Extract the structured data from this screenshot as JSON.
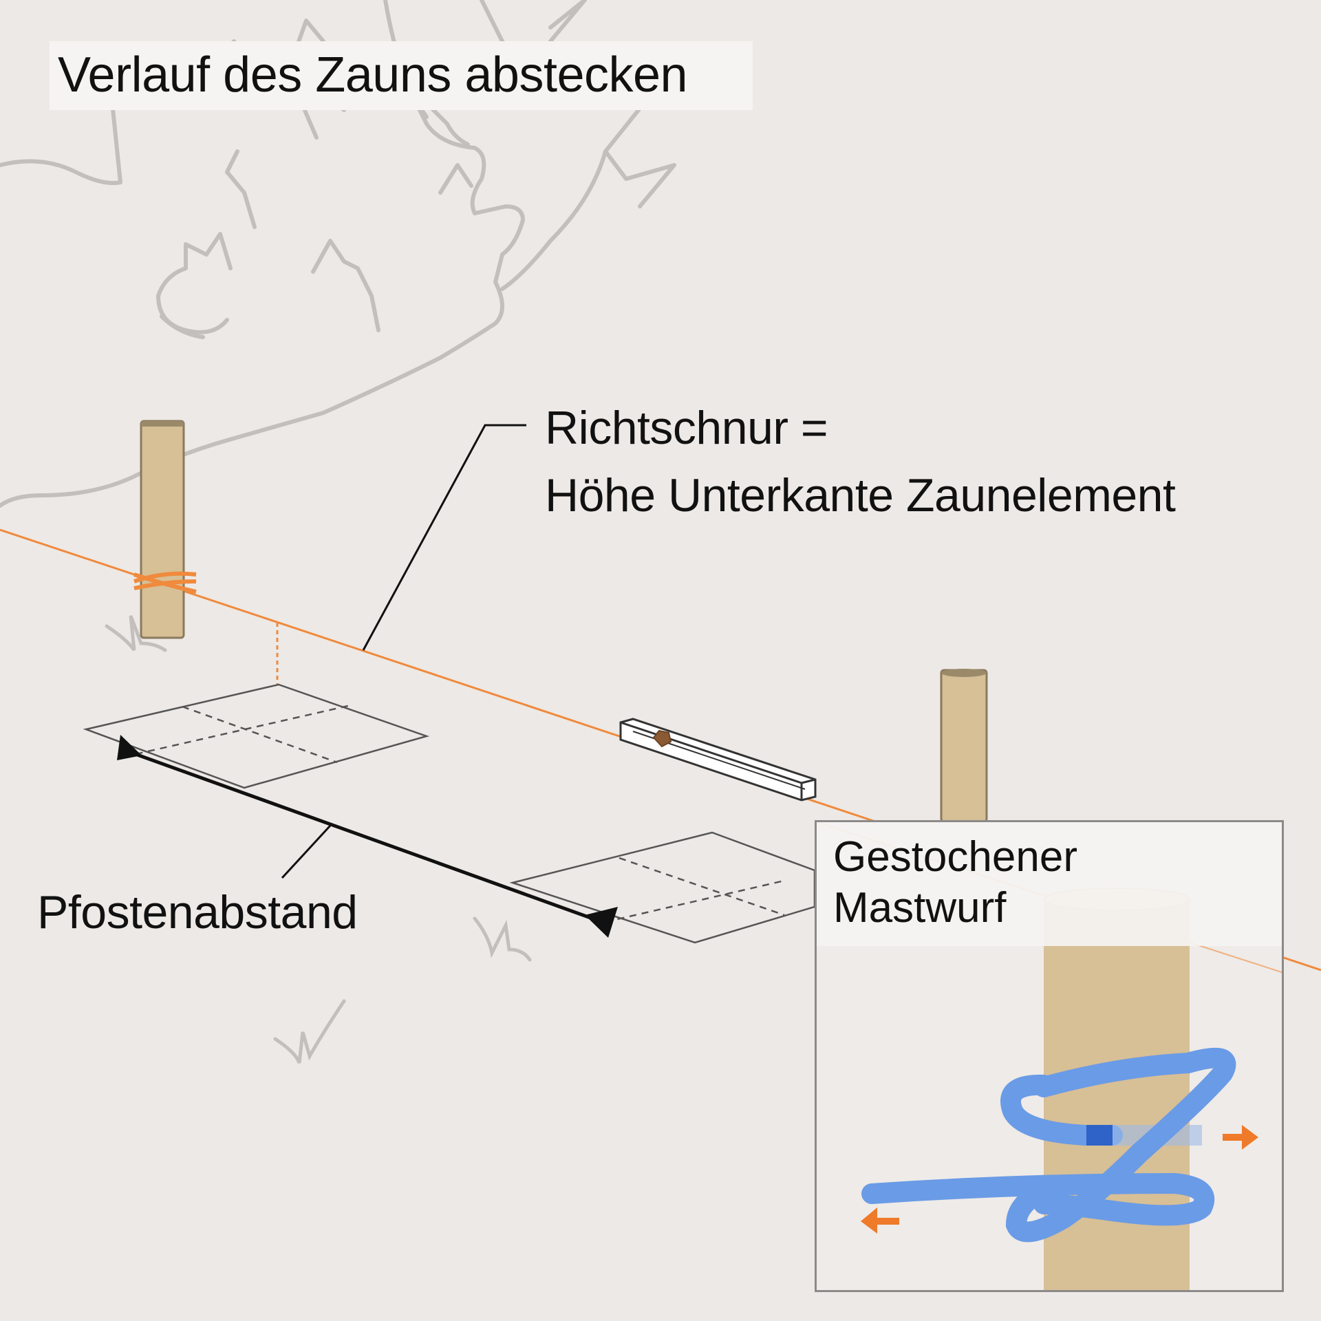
{
  "diagram": {
    "title": "Verlauf des Zauns abstecken",
    "labels": {
      "guide_line_line1": "Richtschnur =",
      "guide_line_line2": "Höhe Unterkante Zaunelement",
      "post_spacing": "Pfostenabstand"
    },
    "inset": {
      "title_line1": "Gestochener",
      "title_line2": "Mastwurf"
    },
    "elements": [
      {
        "name": "bush-outline",
        "icon": "bush-sketch"
      },
      {
        "name": "post-left",
        "icon": "wooden-post"
      },
      {
        "name": "post-right",
        "icon": "wooden-post"
      },
      {
        "name": "guide-string",
        "icon": "orange-line"
      },
      {
        "name": "spirit-level",
        "icon": "level-tool"
      },
      {
        "name": "foundation-outline-left",
        "icon": "dashed-square"
      },
      {
        "name": "foundation-outline-right",
        "icon": "dashed-square"
      },
      {
        "name": "dimension-arrow",
        "icon": "double-arrow"
      },
      {
        "name": "clove-hitch-knot",
        "icon": "rope-knot"
      }
    ],
    "colors": {
      "background": "#ede9e6",
      "title_bg": "#f6f4f2",
      "post_fill": "#d7bf96",
      "post_stroke": "#8a7a5e",
      "string": "#f08a3c",
      "rope": "#6a9be6",
      "rope_dark": "#2f63c8",
      "arrow_orange": "#ee7a2a",
      "sketch_gray": "#c2bfbc",
      "ink": "#111111"
    }
  }
}
